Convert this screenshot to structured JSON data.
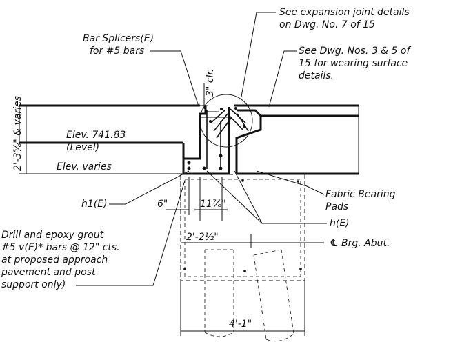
{
  "notes": {
    "expansion_joint_1": "See expansion joint details",
    "expansion_joint_2": "on Dwg. No. 7 of 15",
    "bar_splicers_1": "Bar Splicers(E)",
    "bar_splicers_2": "for #5 bars",
    "wearing_1": "See Dwg. Nos. 3 & 5 of",
    "wearing_2": "15 for wearing surface",
    "wearing_3": "details.",
    "elev_level_1": "Elev. 741.83",
    "elev_level_2": "(Level)",
    "elev_varies": "Elev. varies",
    "fabric_pads_1": "Fabric Bearing",
    "fabric_pads_2": "Pads",
    "h1": "h1(E)",
    "h": "h(E)",
    "brg_abut": "℄ Brg. Abut.",
    "drill_1": "Drill and epoxy grout",
    "drill_2": "#5 v(E)* bars @ 12\" cts.",
    "drill_3": "at proposed approach",
    "drill_4": "pavement and post",
    "drill_5": "support only)"
  },
  "dimensions": {
    "clear_cover": "3\" clr.",
    "height": "2'-3⅝\" & varies",
    "six_in": "6\"",
    "eleven": "11⅞\"",
    "two_two": "2'-2½\"",
    "four_one": "4'-1\""
  }
}
